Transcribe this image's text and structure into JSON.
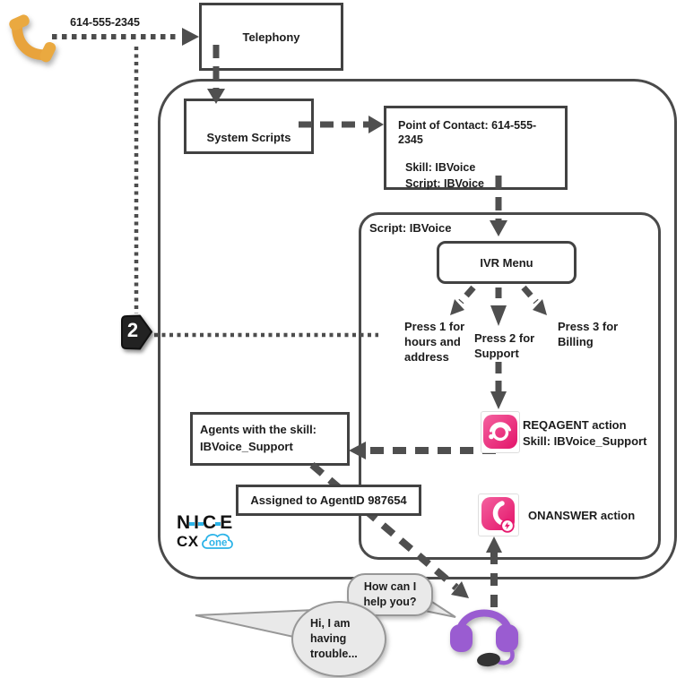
{
  "colors": {
    "line_gray": "#4a4a4a",
    "accent_pink": "#e6196e",
    "accent_pink_light": "#f4619f",
    "headset_purple": "#9a5cd1",
    "phone_orange": "#e8a33c",
    "logo_blue": "#2bb3e8",
    "bubble_gray": "#e9e9e9",
    "badge_black": "#222222"
  },
  "caller": {
    "phone_number": "614-555-2345"
  },
  "step_badge": "2",
  "nodes": {
    "telephony": "Telephony",
    "system_scripts": "System Scripts",
    "poc_line1": "Point of Contact: 614-555-2345",
    "poc_line2": "Skill: IBVoice",
    "poc_line3": "Script: IBVoice",
    "script_container_label": "Script: IBVoice",
    "ivr_menu": "IVR Menu",
    "agents_line1": "Agents with the skill:",
    "agents_line2": "IBVoice_Support",
    "assigned": "Assigned to AgentID 987654"
  },
  "ivr_options": {
    "press1": [
      "Press 1 for",
      "hours and",
      "address"
    ],
    "press2": [
      "Press 2 for",
      "Support"
    ],
    "press3": [
      "Press 3 for",
      "Billing"
    ]
  },
  "actions": {
    "reqagent_line1": "REQAGENT action",
    "reqagent_line2": "Skill: IBVoice_Support",
    "onanswer": "ONANSWER action"
  },
  "speech": {
    "agent": [
      "How can I",
      "help you?"
    ],
    "customer": [
      "Hi, I am",
      "having",
      "trouble..."
    ]
  },
  "logo": {
    "letters": [
      "N",
      "I",
      "C",
      "E"
    ],
    "cx": "CX",
    "one": "one"
  }
}
